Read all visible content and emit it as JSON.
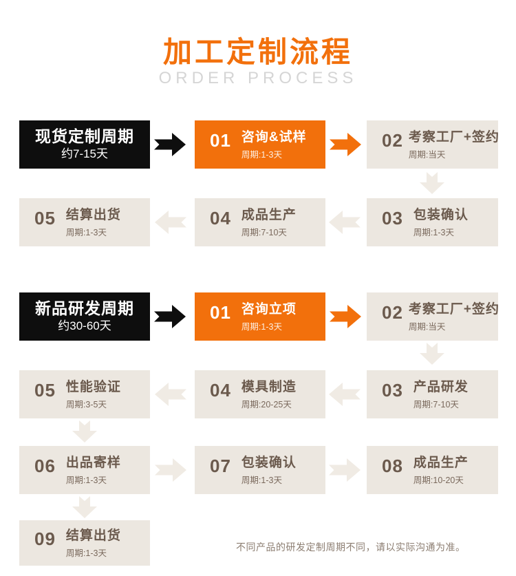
{
  "header": {
    "title": "加工定制流程",
    "subtitle": "ORDER PROCESS"
  },
  "colors": {
    "accent_orange": "#F2700C",
    "black_box": "#0E0E0E",
    "beige_box": "#ECE7E0",
    "beige_arrow": "#F0EBE4",
    "brown_text": "#6B5A4D",
    "period_text": "#7A695C",
    "subtitle_gray": "#D5D5D5",
    "footer_text": "#8C7E72"
  },
  "flows": [
    {
      "id": "stock-customization",
      "intro": {
        "title": "现货定制周期",
        "duration": "约7-15天"
      },
      "steps": [
        {
          "num": "01",
          "title": "咨询&试样",
          "period": "周期:1-3天"
        },
        {
          "num": "02",
          "title": "考察工厂+签约",
          "period": "周期:当天"
        },
        {
          "num": "03",
          "title": "包装确认",
          "period": "周期:1-3天"
        },
        {
          "num": "04",
          "title": "成品生产",
          "period": "周期:7-10天"
        },
        {
          "num": "05",
          "title": "结算出货",
          "period": "周期:1-3天"
        }
      ]
    },
    {
      "id": "new-product-development",
      "intro": {
        "title": "新品研发周期",
        "duration": "约30-60天"
      },
      "steps": [
        {
          "num": "01",
          "title": "咨询立项",
          "period": "周期:1-3天"
        },
        {
          "num": "02",
          "title": "考察工厂+签约",
          "period": "周期:当天"
        },
        {
          "num": "03",
          "title": "产品研发",
          "period": "周期:7-10天"
        },
        {
          "num": "04",
          "title": "模具制造",
          "period": "周期:20-25天"
        },
        {
          "num": "05",
          "title": "性能验证",
          "period": "周期:3-5天"
        },
        {
          "num": "06",
          "title": "出品寄样",
          "period": "周期:1-3天"
        },
        {
          "num": "07",
          "title": "包装确认",
          "period": "周期:1-3天"
        },
        {
          "num": "08",
          "title": "成品生产",
          "period": "周期:10-20天"
        },
        {
          "num": "09",
          "title": "结算出货",
          "period": "周期:1-3天"
        }
      ]
    }
  ],
  "footer": {
    "note": "不同产品的研发定制周期不同，请以实际沟通为准。"
  }
}
